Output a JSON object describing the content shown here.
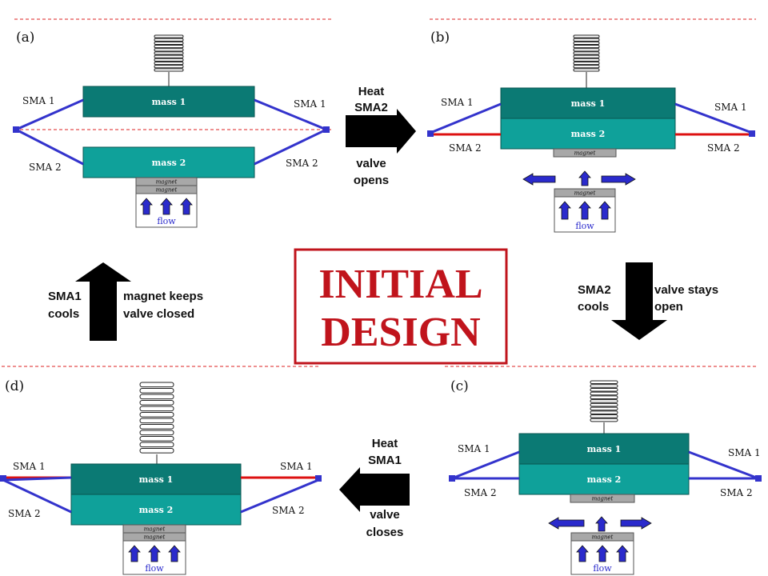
{
  "colors": {
    "mass_dark": "#0b7a74",
    "mass_light": "#0fa19a",
    "wire_cool": "#3333cc",
    "wire_hot": "#dd1111",
    "dashed_line": "#dd2222",
    "flow_arrow": "#2a2acc",
    "title_red": "#c0141c",
    "magnet_grey": "#a8a8a8"
  },
  "labels": {
    "sma1": "SMA 1",
    "sma2": "SMA 2",
    "mass1": "mass 1",
    "mass2": "mass 2",
    "magnet": "magnet",
    "flow": "flow"
  },
  "panels": {
    "a": {
      "id": "(a)"
    },
    "b": {
      "id": "(b)"
    },
    "c": {
      "id": "(c)"
    },
    "d": {
      "id": "(d)"
    }
  },
  "transitions": {
    "a_to_b": {
      "line1": "Heat",
      "line2": "SMA2",
      "line3": "valve",
      "line4": "opens"
    },
    "b_to_c": {
      "left1": "SMA2",
      "left2": "cools",
      "right1": "valve stays",
      "right2": "open"
    },
    "c_to_d": {
      "line1": "Heat",
      "line2": "SMA1",
      "line3": "valve",
      "line4": "closes"
    },
    "d_to_a": {
      "left1": "SMA1",
      "left2": "cools",
      "right1": "magnet keeps",
      "right2": "valve closed"
    }
  },
  "title": {
    "line1": "INITIAL",
    "line2": "DESIGN"
  },
  "icons": {
    "transition_arrow": "block-arrow-icon",
    "flow_arrow": "up-arrow-icon",
    "side_flow_arrow": "side-arrow-icon",
    "spring": "spring-icon"
  }
}
